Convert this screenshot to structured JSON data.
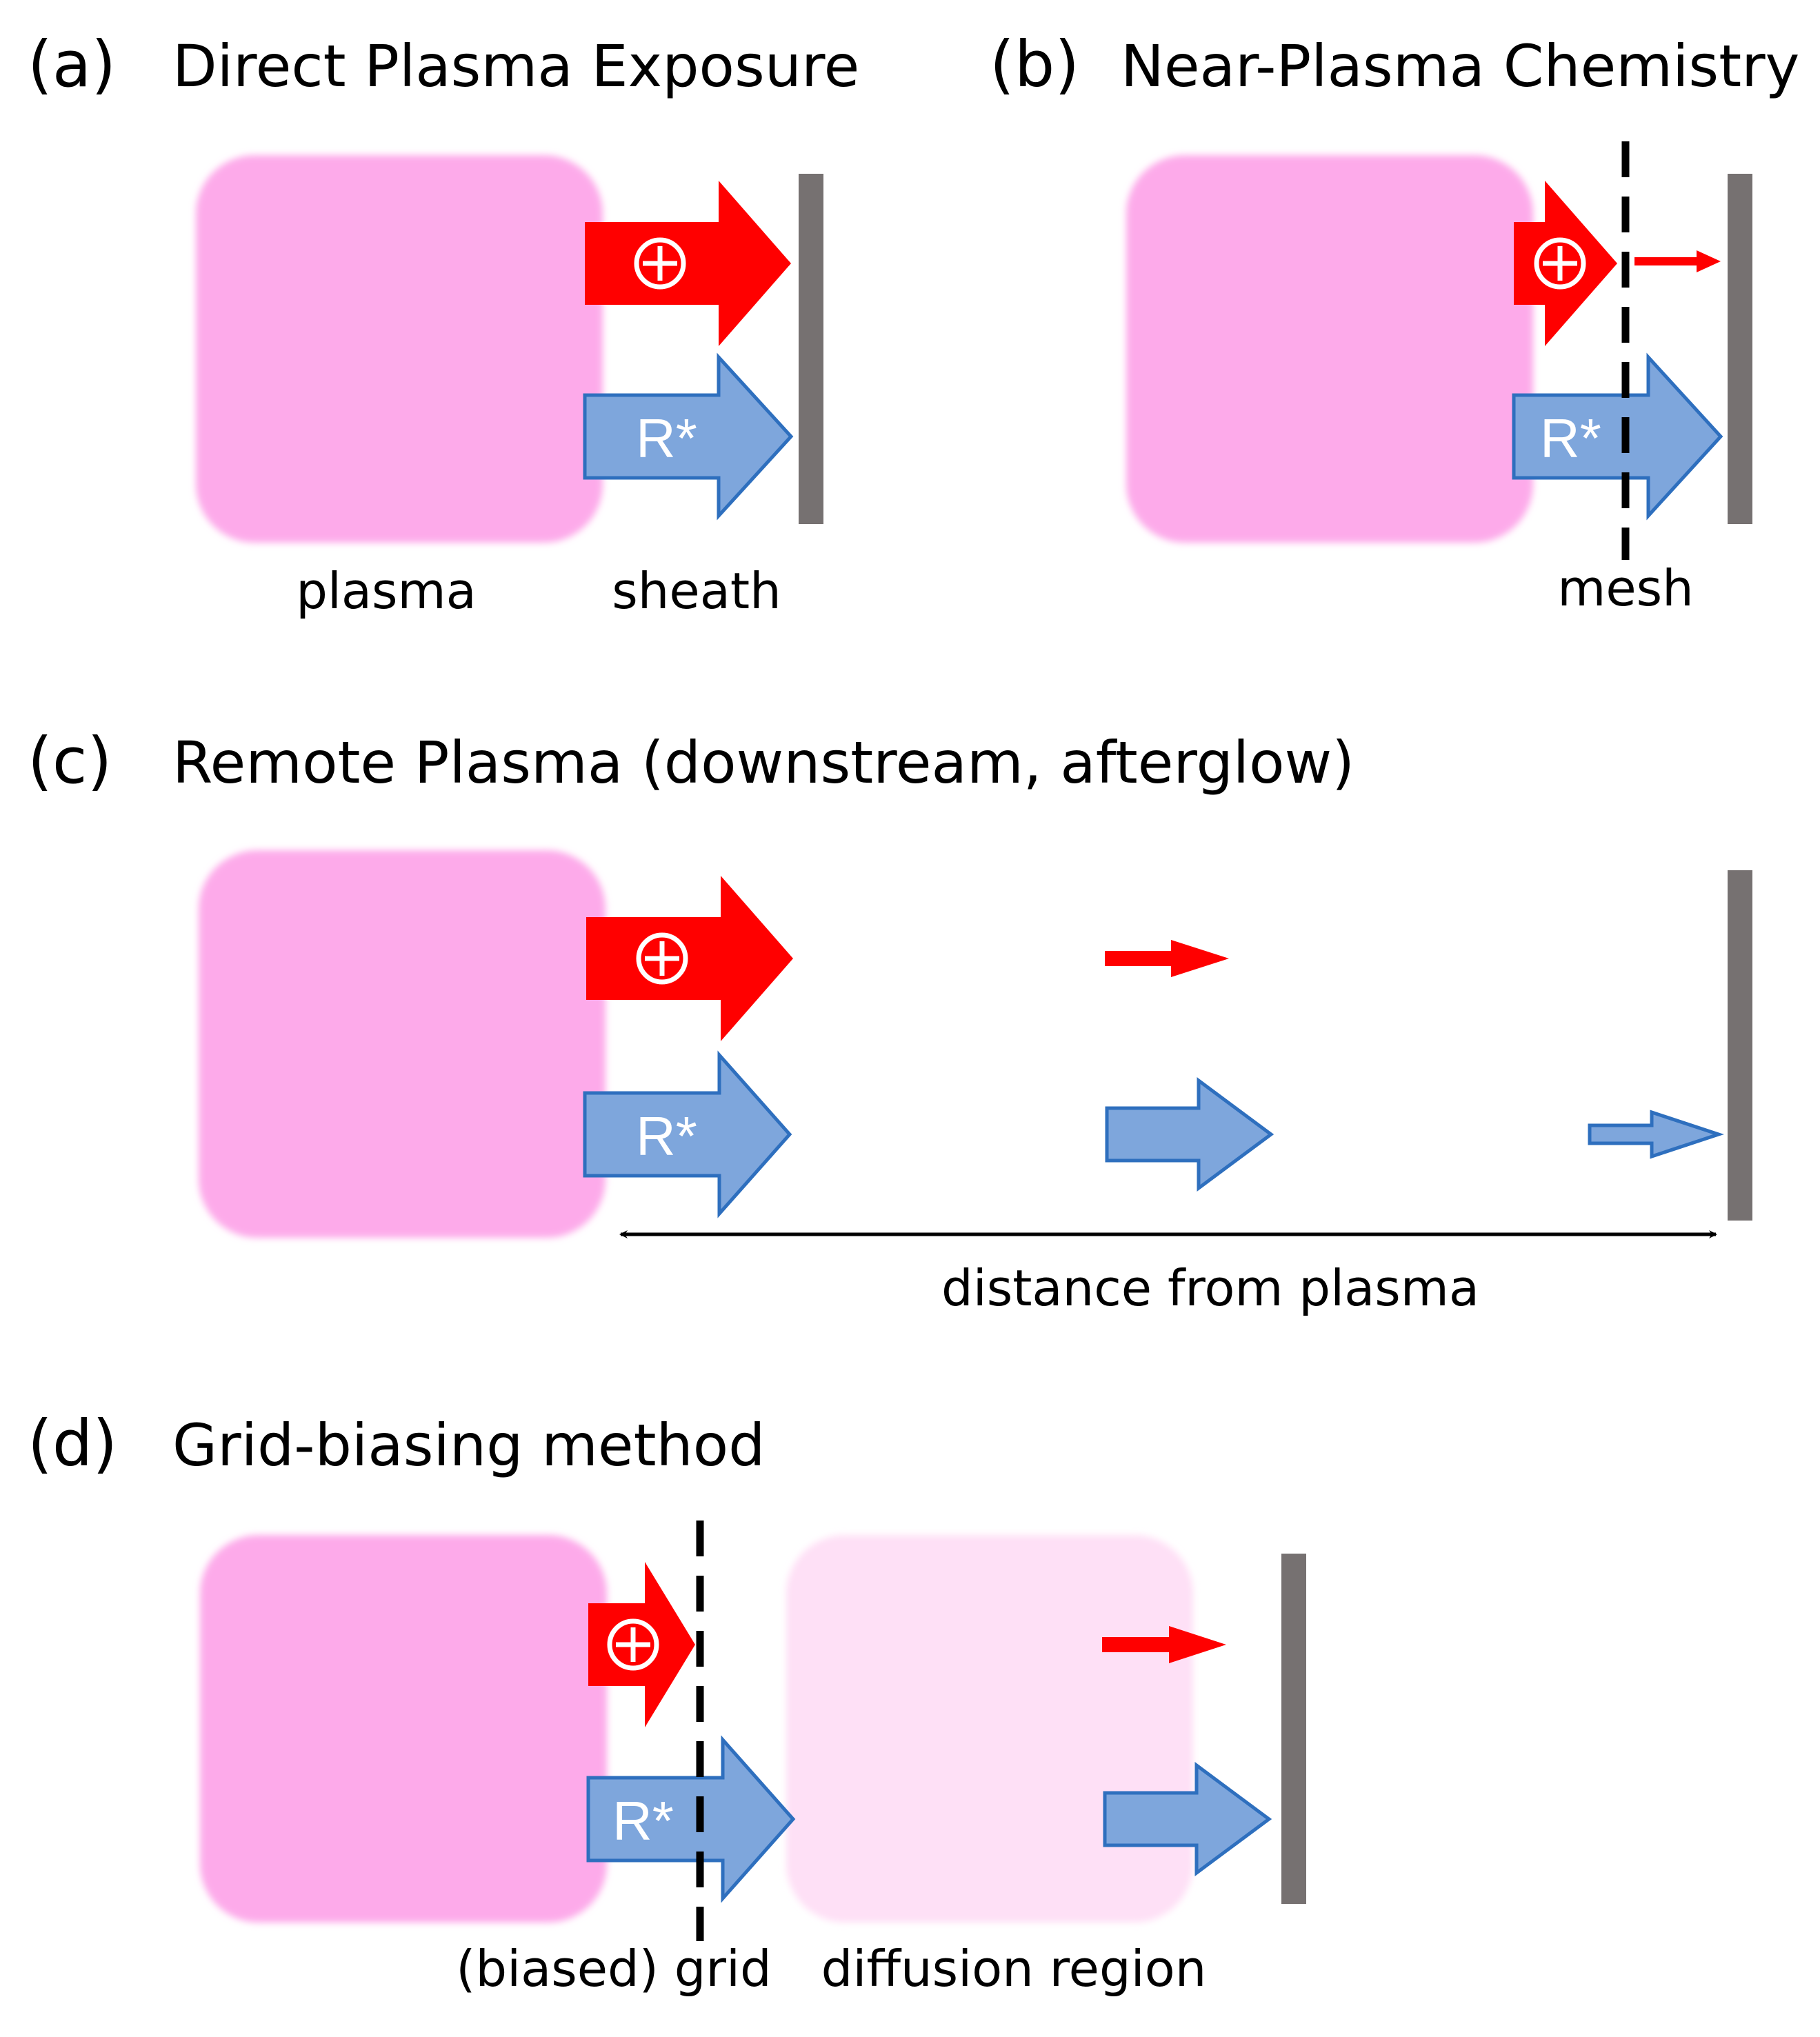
{
  "colors": {
    "plasma": "#fdaaea",
    "diffusion": "#fee0f6",
    "ion_arrow": "#ff0000",
    "radical_fill": "#7ea6dc",
    "radical_stroke": "#2e6fbe",
    "wall": "#767171",
    "mesh": "#000000"
  },
  "icons": {
    "ion": "circled-plus-icon",
    "radical": "R*"
  },
  "panels": {
    "a": {
      "letter": "(a)",
      "title": "Direct Plasma Exposure",
      "plasma_label": "plasma",
      "sheath_label": "sheath",
      "radical_label": "R*"
    },
    "b": {
      "letter": "(b)",
      "title": "Near-Plasma Chemistry",
      "mesh_label": "mesh",
      "radical_label": "R*"
    },
    "c": {
      "letter": "(c)",
      "title": "Remote Plasma (downstream, afterglow)",
      "distance_label": "distance from plasma",
      "radical_label": "R*"
    },
    "d": {
      "letter": "(d)",
      "title": "Grid-biasing method",
      "grid_label": "(biased) grid",
      "diffusion_label": "diffusion region",
      "radical_label": "R*"
    }
  }
}
